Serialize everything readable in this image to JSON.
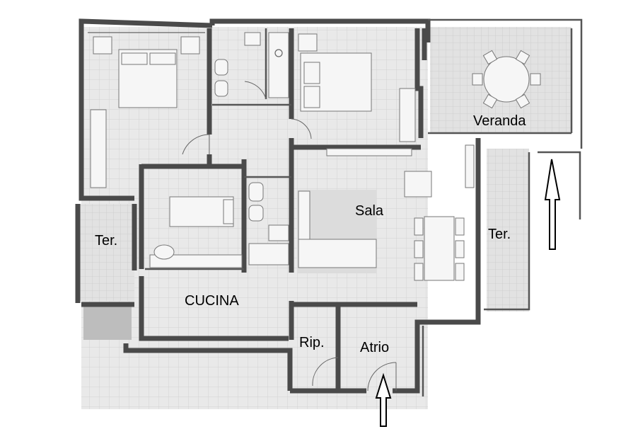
{
  "rooms": {
    "veranda": "Veranda",
    "sala": "Sala",
    "ter_left": "Ter.",
    "ter_right": "Ter.",
    "cucina": "CUCINA",
    "ripostiglio": "Rip.",
    "atrio": "Atrio"
  }
}
